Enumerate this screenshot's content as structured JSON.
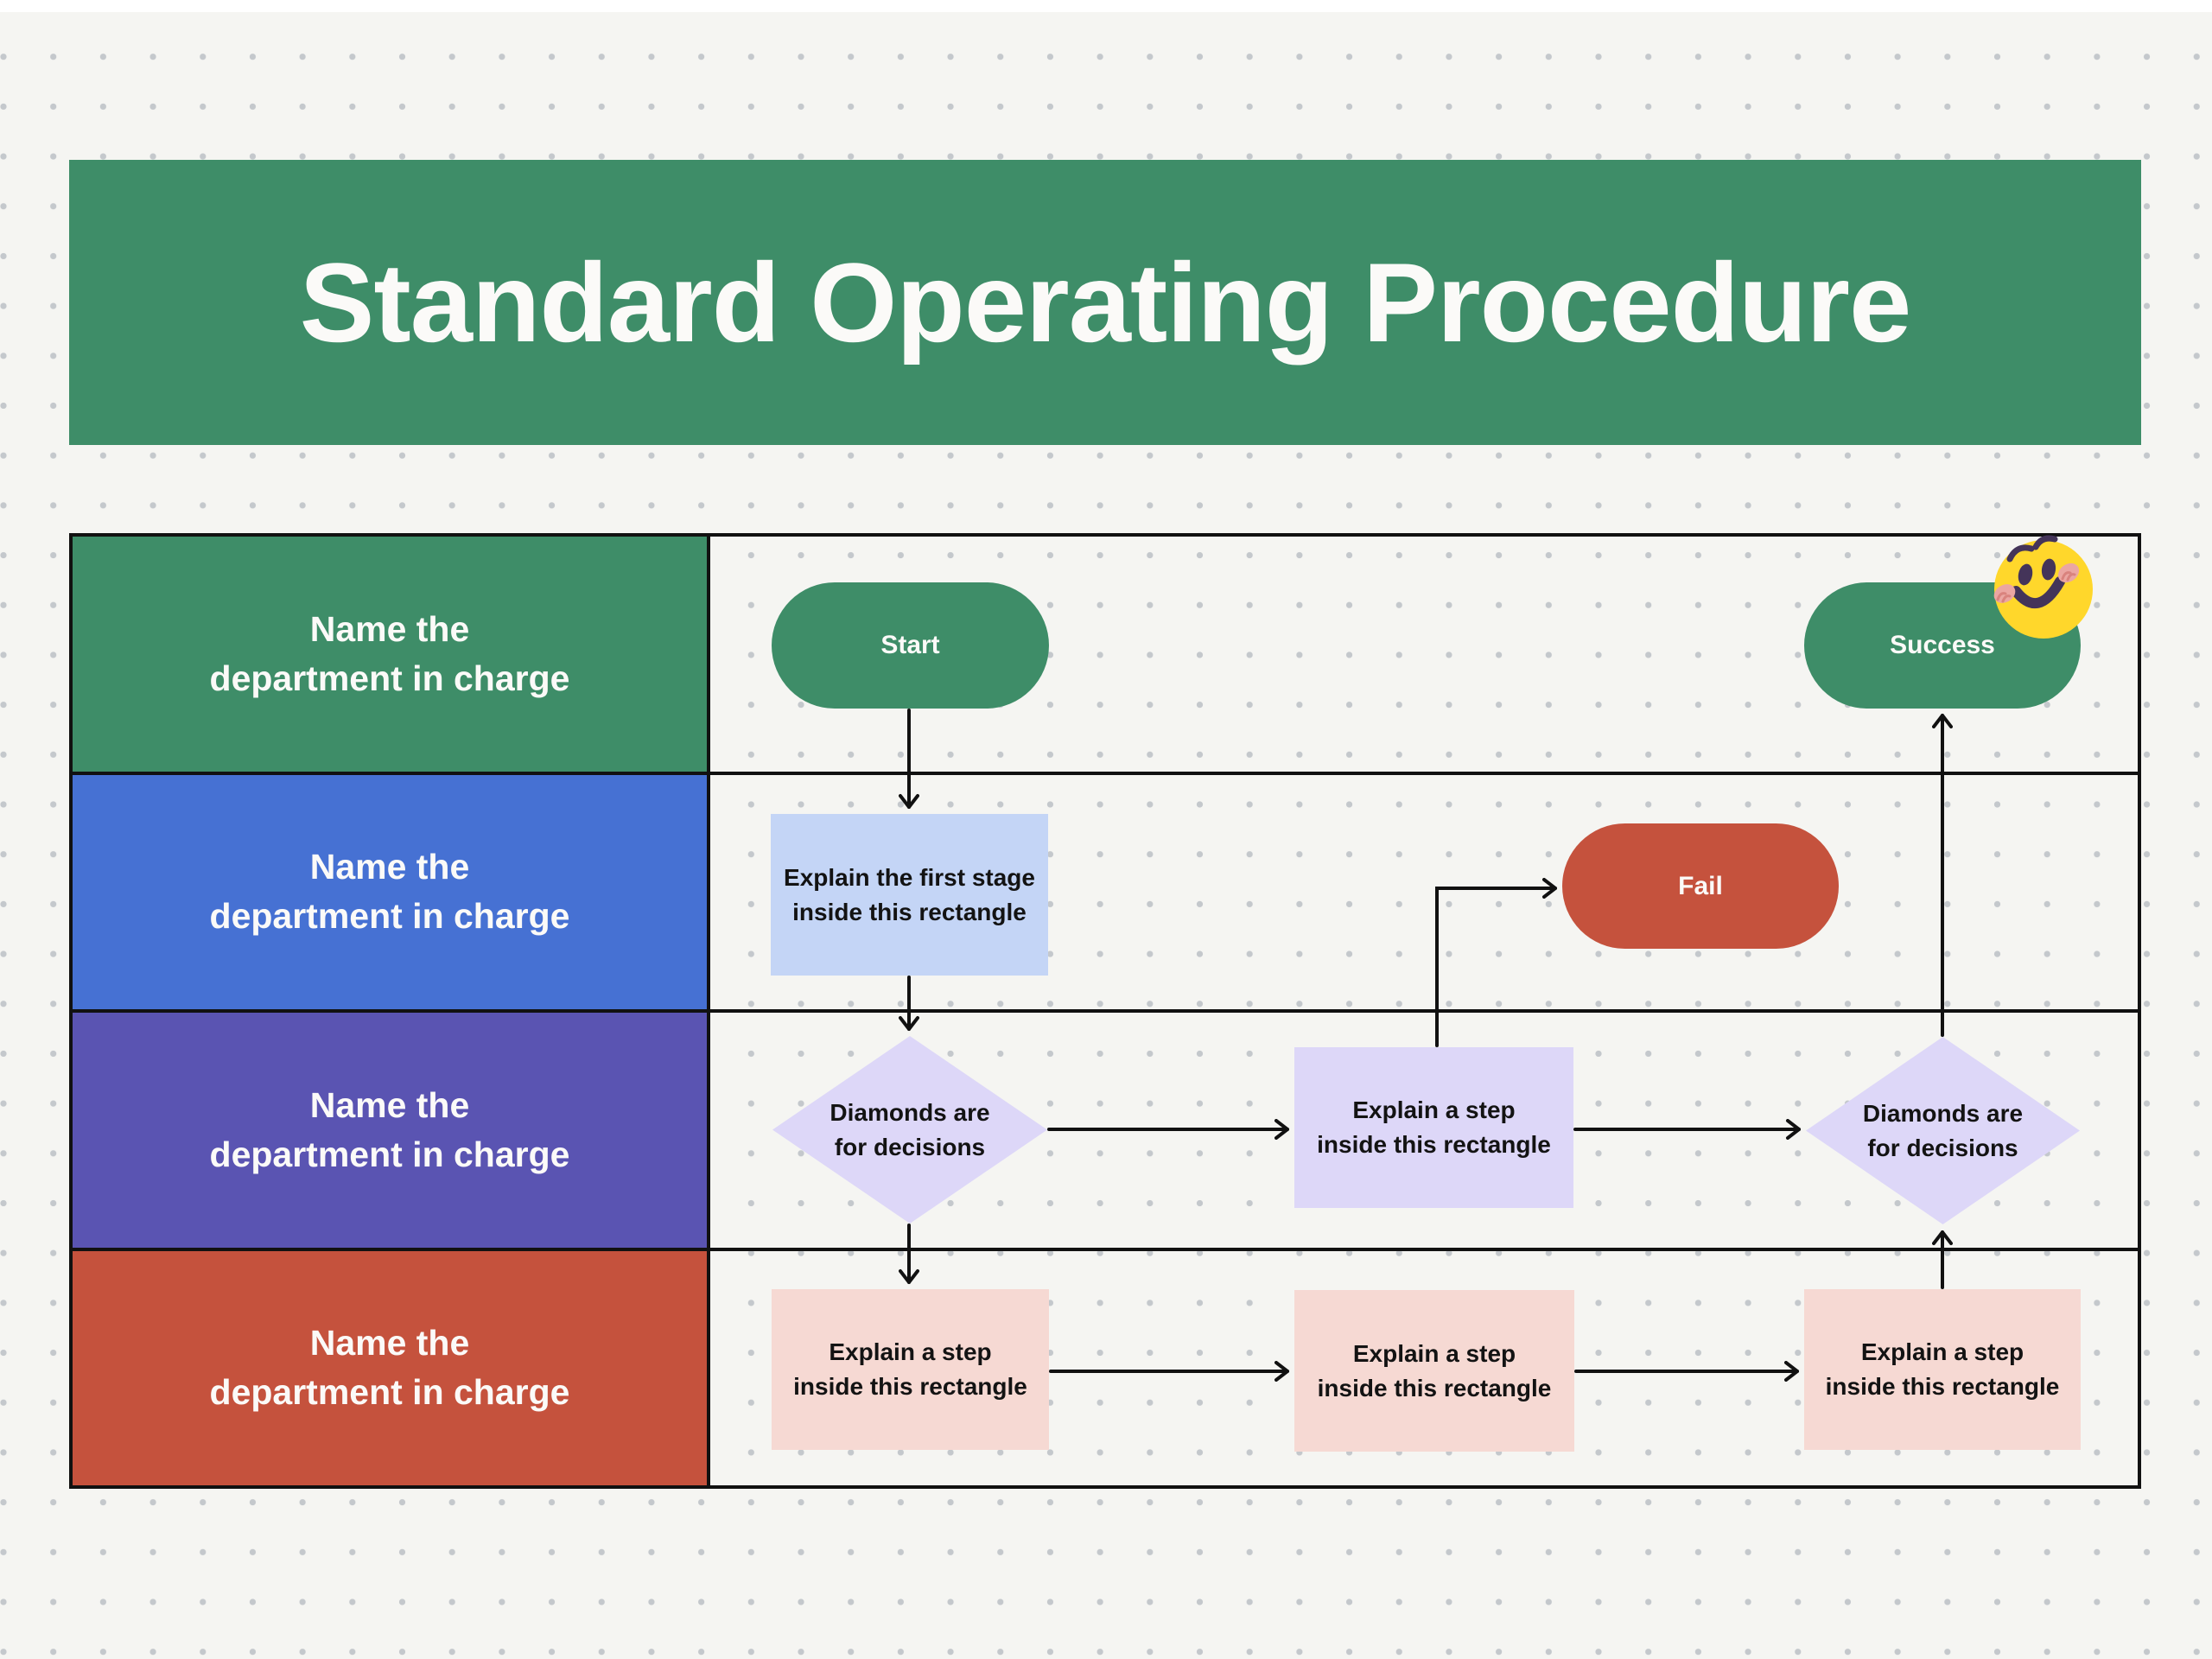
{
  "title": "Standard Operating Procedure",
  "colors": {
    "green": "#3e8d68",
    "blue": "#4671d3",
    "purple": "#5a54b2",
    "red": "#c5523d",
    "light_blue": "#c4d5f6",
    "lavender": "#ddd7f8",
    "pink": "#f6d9d3",
    "background": "#f5f5f2",
    "dot": "#c4c8cc",
    "line": "#111111",
    "text_dark": "#131313",
    "text_light": "#fbfaf8",
    "emoji_yellow": "#ffd72b",
    "emoji_face": "#443459",
    "emoji_hand": "#eba6a2"
  },
  "swimlanes": [
    {
      "color": "green",
      "lines": [
        "Name the",
        "department in charge"
      ]
    },
    {
      "color": "blue",
      "lines": [
        "Name the",
        "department in charge"
      ]
    },
    {
      "color": "purple",
      "lines": [
        "Name the",
        "department in charge"
      ]
    },
    {
      "color": "red",
      "lines": [
        "Name the",
        "department in charge"
      ]
    }
  ],
  "nodes": {
    "start": {
      "type": "terminator",
      "color": "green",
      "lines": [
        "Start"
      ]
    },
    "success": {
      "type": "terminator",
      "color": "green",
      "lines": [
        "Success"
      ]
    },
    "first_stage": {
      "type": "process",
      "color": "light_blue",
      "lines": [
        "Explain the first stage",
        "inside this rectangle"
      ]
    },
    "fail": {
      "type": "terminator",
      "color": "red",
      "lines": [
        "Fail"
      ]
    },
    "decision_1": {
      "type": "decision",
      "color": "lavender",
      "lines": [
        "Diamonds are",
        "for decisions"
      ]
    },
    "step_1": {
      "type": "process",
      "color": "lavender",
      "lines": [
        "Explain a step",
        "inside this rectangle"
      ]
    },
    "decision_2": {
      "type": "decision",
      "color": "lavender",
      "lines": [
        "Diamonds are",
        "for decisions"
      ]
    },
    "step_2": {
      "type": "process",
      "color": "pink",
      "lines": [
        "Explain a step",
        "inside this rectangle"
      ]
    },
    "step_3": {
      "type": "process",
      "color": "pink",
      "lines": [
        "Explain a step",
        "inside this rectangle"
      ]
    },
    "step_4": {
      "type": "process",
      "color": "pink",
      "lines": [
        "Explain a step",
        "inside this rectangle"
      ]
    }
  },
  "emoji": {
    "name": "smiling-face-with-open-hands"
  }
}
